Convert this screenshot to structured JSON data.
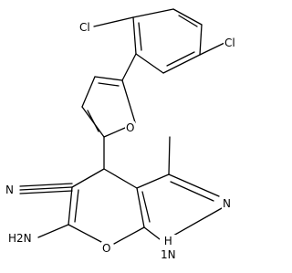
{
  "molecule": {
    "atom_labels": {
      "chlorine_ortho": "Cl",
      "chlorine_meta": "Cl",
      "furan_oxygen": "O",
      "nitrile_nitrogen": "N",
      "pyrazole_nitrogen": "N",
      "amino_group": "H2N",
      "pyran_oxygen": "O",
      "pyrazole_nh_hydrogen": "H",
      "pyrazole_nh_n": "1N"
    }
  }
}
